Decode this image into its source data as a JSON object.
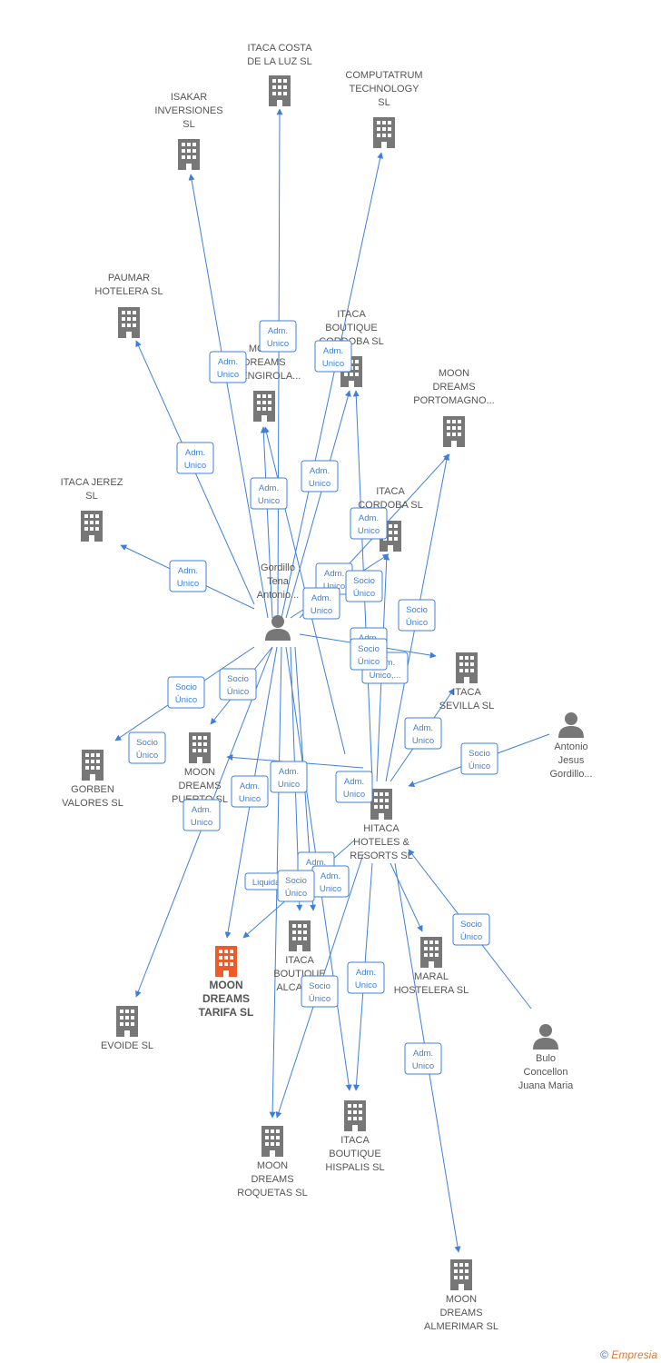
{
  "colors": {
    "edge": "#3f7fdb",
    "node": "#777777",
    "focus": "#f05a28"
  },
  "nodes": [
    {
      "id": "itaca_costa",
      "type": "company",
      "label": [
        "ITACA COSTA",
        "DE LA LUZ  SL"
      ]
    },
    {
      "id": "computatrum",
      "type": "company",
      "label": [
        "COMPUTATRUM",
        "TECHNOLOGY",
        "SL"
      ]
    },
    {
      "id": "isakar",
      "type": "company",
      "label": [
        "ISAKAR",
        "INVERSIONES",
        "SL"
      ]
    },
    {
      "id": "paumar",
      "type": "company",
      "label": [
        "PAUMAR",
        "HOTELERA  SL"
      ]
    },
    {
      "id": "moon_fuengirola",
      "type": "company",
      "label": [
        "MOON",
        "DREAMS",
        "FUENGIROLA..."
      ]
    },
    {
      "id": "itaca_boutique_cordoba",
      "type": "company",
      "label": [
        "ITACA",
        "BOUTIQUE",
        "CORDOBA  SL"
      ]
    },
    {
      "id": "moon_portomagno",
      "type": "company",
      "label": [
        "MOON",
        "DREAMS",
        "PORTOMAGNO..."
      ]
    },
    {
      "id": "itaca_jerez",
      "type": "company",
      "label": [
        "ITACA JEREZ",
        "SL"
      ]
    },
    {
      "id": "itaca_cordoba",
      "type": "company",
      "label": [
        "ITACA",
        "CORDOBA  SL"
      ]
    },
    {
      "id": "gordillo",
      "type": "person",
      "label": [
        "Gordillo",
        "Tena",
        "Antonio..."
      ]
    },
    {
      "id": "itaca_sevilla",
      "type": "company",
      "label": [
        "ITACA",
        "SEVILLA  SL"
      ]
    },
    {
      "id": "antonio_jesus",
      "type": "person",
      "label": [
        "Antonio",
        "Jesus",
        "Gordillo..."
      ]
    },
    {
      "id": "gorben",
      "type": "company",
      "label": [
        "GORBEN",
        "VALORES  SL"
      ]
    },
    {
      "id": "moon_puerto",
      "type": "company",
      "label": [
        "MOON",
        "DREAMS",
        "PUERTO  SL"
      ]
    },
    {
      "id": "hitaca",
      "type": "company",
      "label": [
        "HITACA",
        "HOTELES &",
        "RESORTS SL"
      ]
    },
    {
      "id": "moon_tarifa",
      "type": "focus",
      "label": [
        "MOON",
        "DREAMS",
        "TARIFA  SL"
      ]
    },
    {
      "id": "itaca_alcala",
      "type": "company",
      "label": [
        "ITACA",
        "BOUTIQUE",
        "ALCALA..."
      ]
    },
    {
      "id": "maral",
      "type": "company",
      "label": [
        "MARAL",
        "HOSTELERA SL"
      ]
    },
    {
      "id": "evoide",
      "type": "company",
      "label": [
        "EVOIDE  SL"
      ]
    },
    {
      "id": "bulo",
      "type": "person",
      "label": [
        "Bulo",
        "Concellon",
        "Juana Maria"
      ]
    },
    {
      "id": "itaca_hispalis",
      "type": "company",
      "label": [
        "ITACA",
        "BOUTIQUE",
        "HISPALIS  SL"
      ]
    },
    {
      "id": "moon_roquetas",
      "type": "company",
      "label": [
        "MOON",
        "DREAMS",
        "ROQUETAS  SL"
      ]
    },
    {
      "id": "moon_almerimar",
      "type": "company",
      "label": [
        "MOON",
        "DREAMS",
        "ALMERIMAR  SL"
      ]
    }
  ],
  "tags": [
    [
      "Adm.",
      "Unico"
    ],
    [
      "Adm.",
      "Unico"
    ],
    [
      "Adm.",
      "Unico"
    ],
    [
      "Adm.",
      "Unico"
    ],
    [
      "Adm.",
      "Unico"
    ],
    [
      "Adm.",
      "Unico"
    ],
    [
      "Adm.",
      "Unico"
    ],
    [
      "Adm.",
      "Unico"
    ],
    [
      "Adm.",
      "Unico"
    ],
    [
      "Adm.",
      "Unico"
    ],
    [
      "Socio",
      "Único"
    ],
    [
      "Socio",
      "Único"
    ],
    [
      "Socio",
      "Único"
    ],
    [
      "Adm.",
      "Unico"
    ],
    [
      "Socio",
      "Único"
    ],
    [
      "Adm.",
      "Unico,..."
    ],
    [
      "Adm.",
      "Unico"
    ],
    [
      "Socio",
      "Único"
    ],
    [
      "Socio",
      "Único"
    ],
    [
      "Adm.",
      "Unico"
    ],
    [
      "Adm.",
      "Unico"
    ],
    [
      "Adm.",
      "Unico"
    ],
    [
      "Adm.",
      "Unico"
    ],
    [
      "Liquidador"
    ],
    [
      "Adm.",
      "Unico"
    ],
    [
      "Adm.",
      "Unico"
    ],
    [
      "Socio",
      "Único"
    ],
    [
      "Adm.",
      "Unico"
    ],
    [
      "Socio",
      "Único"
    ],
    [
      "Socio",
      "Único"
    ],
    [
      "Adm.",
      "Unico"
    ],
    [
      "Socio",
      "Único"
    ]
  ],
  "footer": {
    "copyright": "©",
    "brand": "Empresia"
  }
}
